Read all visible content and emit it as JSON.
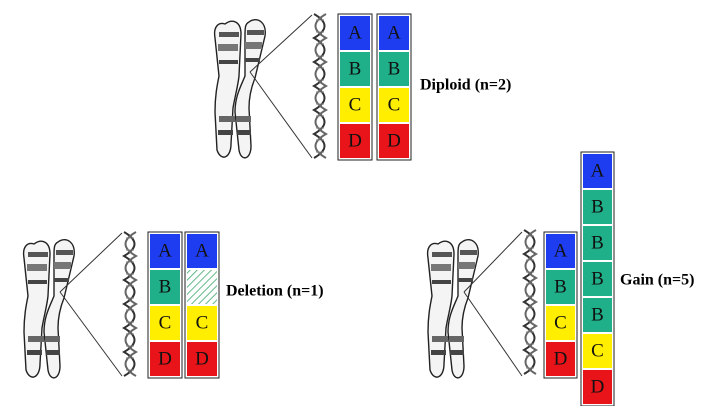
{
  "colors": {
    "A": "#1f3df0",
    "B": "#1fb08a",
    "C": "#ffee00",
    "D": "#e8141a",
    "deleted": "#ffffff"
  },
  "panels": [
    {
      "id": "diploid",
      "caption": "Diploid (n=2)",
      "columns": [
        [
          "A",
          "B",
          "C",
          "D"
        ],
        [
          "A",
          "B",
          "C",
          "D"
        ]
      ]
    },
    {
      "id": "deletion",
      "caption": "Deletion (n=1)",
      "columns": [
        [
          "A",
          "B",
          "C",
          "D"
        ],
        [
          "A",
          "",
          "C",
          "D"
        ]
      ],
      "deleted_segment": "B"
    },
    {
      "id": "gain",
      "caption": "Gain (n=5)",
      "columns": [
        [
          "A",
          "B",
          "C",
          "D"
        ],
        [
          "A",
          "B",
          "B",
          "B",
          "B",
          "C",
          "D"
        ]
      ]
    }
  ]
}
